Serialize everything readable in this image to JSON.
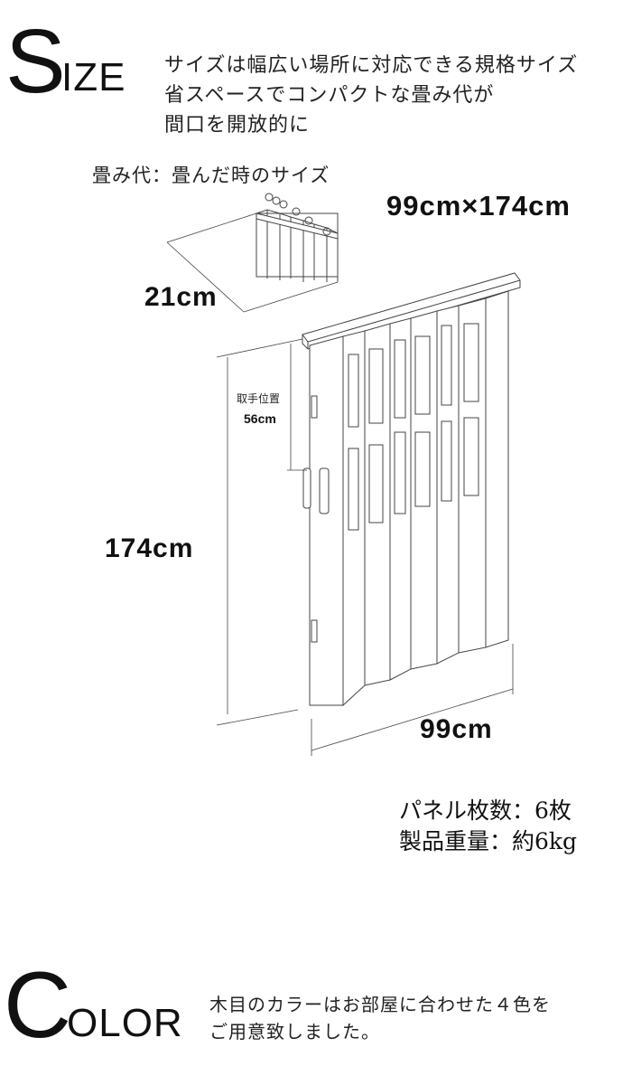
{
  "size_section": {
    "initial": "S",
    "rest": "IZE",
    "intro_lines": [
      "サイズは幅広い場所に対応できる規格サイズ",
      "省スペースでコンパクトな畳み代が",
      "間口を開放的に"
    ],
    "fold_caption": "畳み代：畳んだ時のサイズ",
    "size_total": "99cm×174cm",
    "fold_width": "21cm",
    "handle_label": "取手位置",
    "handle_height": "56cm",
    "height": "174cm",
    "width": "99cm",
    "specs": [
      "パネル枚数：6枚",
      "製品重量：約6kg"
    ]
  },
  "color_section": {
    "initial": "C",
    "rest": "OLOR",
    "text_lines": [
      "木目のカラーはお部屋に合わせた４色を",
      "ご用意致しました。"
    ]
  }
}
